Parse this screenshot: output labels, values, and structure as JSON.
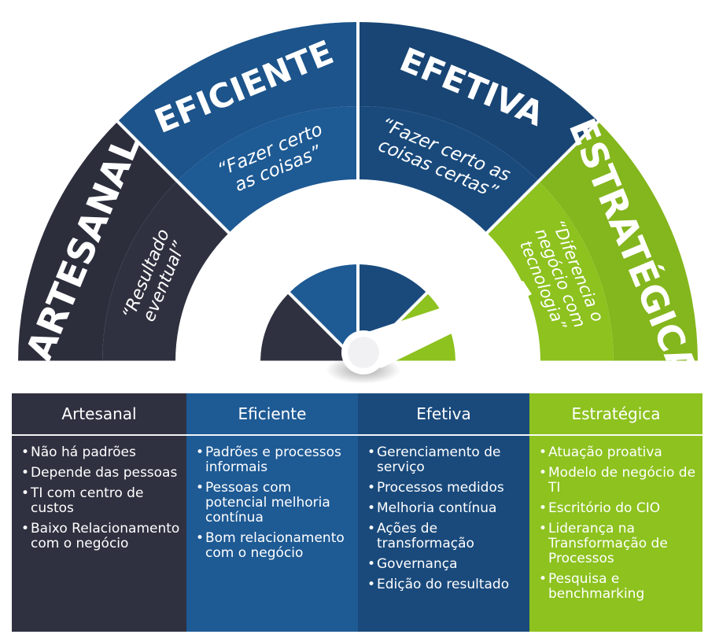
{
  "gauge": {
    "sectors": [
      {
        "title": "ARTESANAL",
        "quote_lines": [
          "“Resultado",
          "eventual”"
        ]
      },
      {
        "title": "EFICIENTE",
        "quote_lines": [
          "“Fazer certo",
          "as coisas”"
        ]
      },
      {
        "title": "EFETIVA",
        "quote_lines": [
          "“Fazer certo as",
          "coisas certas”"
        ]
      },
      {
        "title": "ESTRATÉGICA",
        "quote_lines": [
          "“Diferencia o",
          "negócio com",
          "tecnologia”"
        ]
      }
    ]
  },
  "colors": {
    "artesanal": "#2f3140",
    "eficiente": "#1e5a94",
    "efetiva": "#1a4a7c",
    "estrategica": "#8dc21f",
    "needle": "#ffffff"
  },
  "table": {
    "columns": [
      {
        "header": "Artesanal",
        "items": [
          "Não há padrões",
          "Depende das pessoas",
          "TI com centro de custos",
          "Baixo Relacionamento com o negócio"
        ]
      },
      {
        "header": "Eficiente",
        "items": [
          "Padrões e processos informais",
          "Pessoas com potencial melhoria contínua",
          "Bom relacionamento com o negócio"
        ]
      },
      {
        "header": "Efetiva",
        "items": [
          "Gerenciamento de serviço",
          "Processos medidos",
          "Melhoria contínua",
          "Ações de transformação",
          "Governança",
          "Edição do resultado"
        ]
      },
      {
        "header": "Estratégica",
        "items": [
          "Atuação proativa",
          "Modelo de negócio de TI",
          "Escritório do CIO",
          "Liderança na Transformação de Processos",
          "Pesquisa e benchmarking"
        ]
      }
    ]
  }
}
